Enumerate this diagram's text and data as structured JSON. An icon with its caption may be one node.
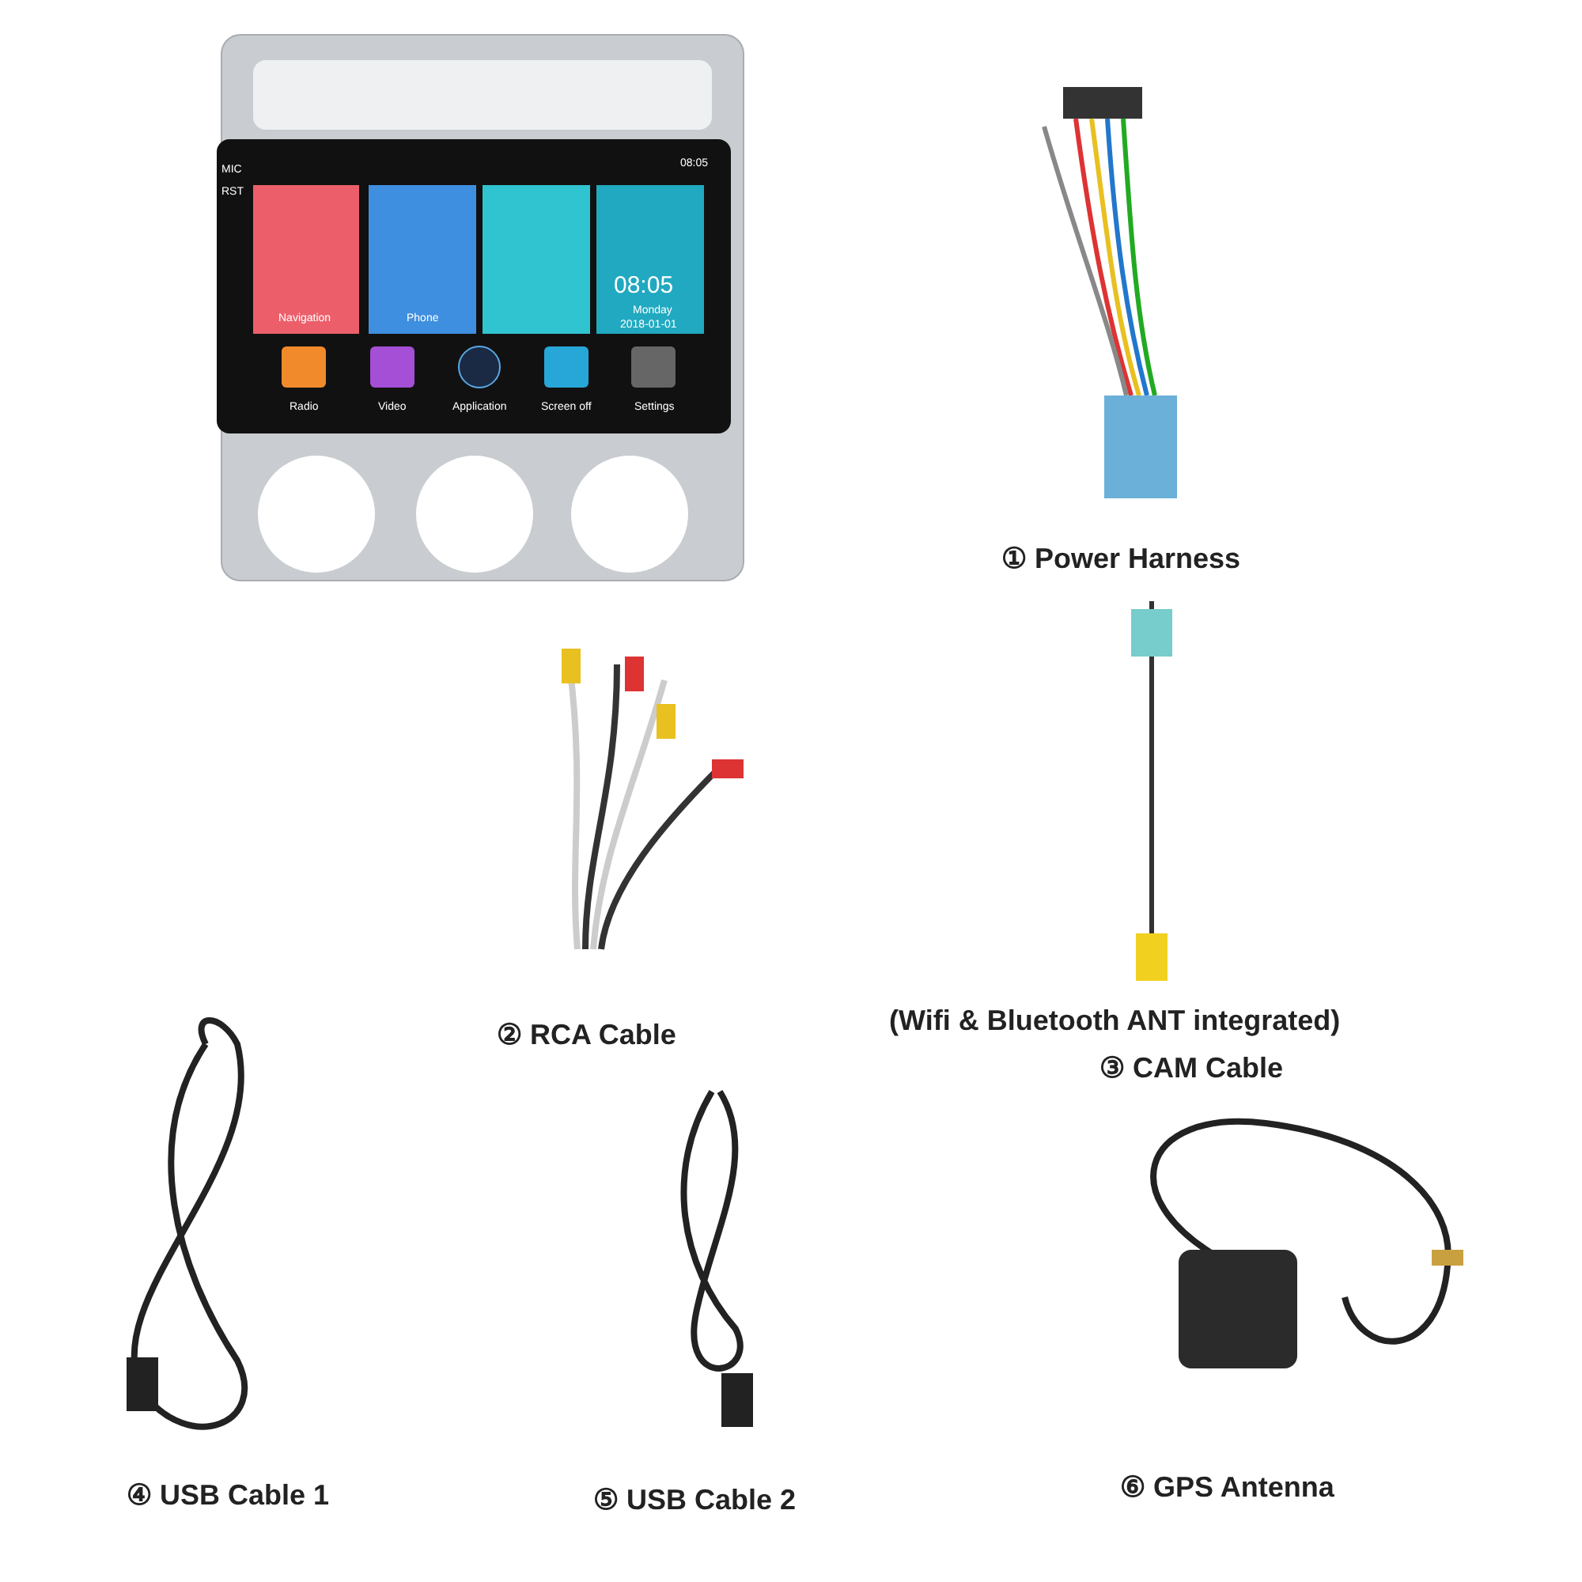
{
  "diagram": {
    "labels": [
      "MIC",
      "RST",
      "08:05",
      "Navigation",
      "Phone",
      "08:05",
      "Monday",
      "2018-01-01",
      "Radio",
      "Video",
      "Application",
      "Screen off",
      "Settings",
      "① Power Harness",
      "② RCA Cable",
      "(Wifi & Bluetooth ANT integrated)",
      "③ CAM Cable",
      "④ USB Cable 1",
      "⑤ USB Cable 2",
      "⑥ GPS Antenna"
    ]
  }
}
